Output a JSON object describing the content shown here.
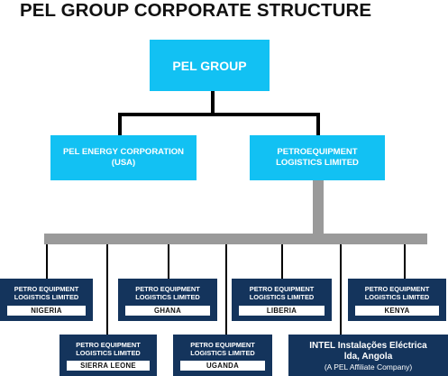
{
  "title": "PEL GROUP CORPORATE STRUCTURE",
  "colors": {
    "top_box": "#12c1f3",
    "sub_box": "#14345c",
    "bar": "#9a9a9a",
    "line": "#000000"
  },
  "root": {
    "label": "PEL GROUP"
  },
  "level1": [
    {
      "line1": "PEL ENERGY CORPORATION",
      "line2": "(USA)"
    },
    {
      "line1": "PETROEQUIPMENT",
      "line2": "LOGISTICS LIMITED"
    }
  ],
  "subsidiaries": [
    {
      "line1": "PETRO EQUIPMENT",
      "line2": "LOGISTICS LIMITED",
      "country": "NIGERIA"
    },
    {
      "line1": "PETRO EQUIPMENT",
      "line2": "LOGISTICS LIMITED",
      "country": "GHANA"
    },
    {
      "line1": "PETRO EQUIPMENT",
      "line2": "LOGISTICS LIMITED",
      "country": "LIBERIA"
    },
    {
      "line1": "PETRO EQUIPMENT",
      "line2": "LOGISTICS LIMITED",
      "country": "KENYA"
    },
    {
      "line1": "PETRO EQUIPMENT",
      "line2": "LOGISTICS LIMITED",
      "country": "SIERRA LEONE"
    },
    {
      "line1": "PETRO EQUIPMENT",
      "line2": "LOGISTICS LIMITED",
      "country": "UGANDA"
    }
  ],
  "affiliate": {
    "line1": "INTEL Instalações Eléctrica",
    "line2": "lda, Angola",
    "line3": "(A PEL Affiliate Company)"
  }
}
